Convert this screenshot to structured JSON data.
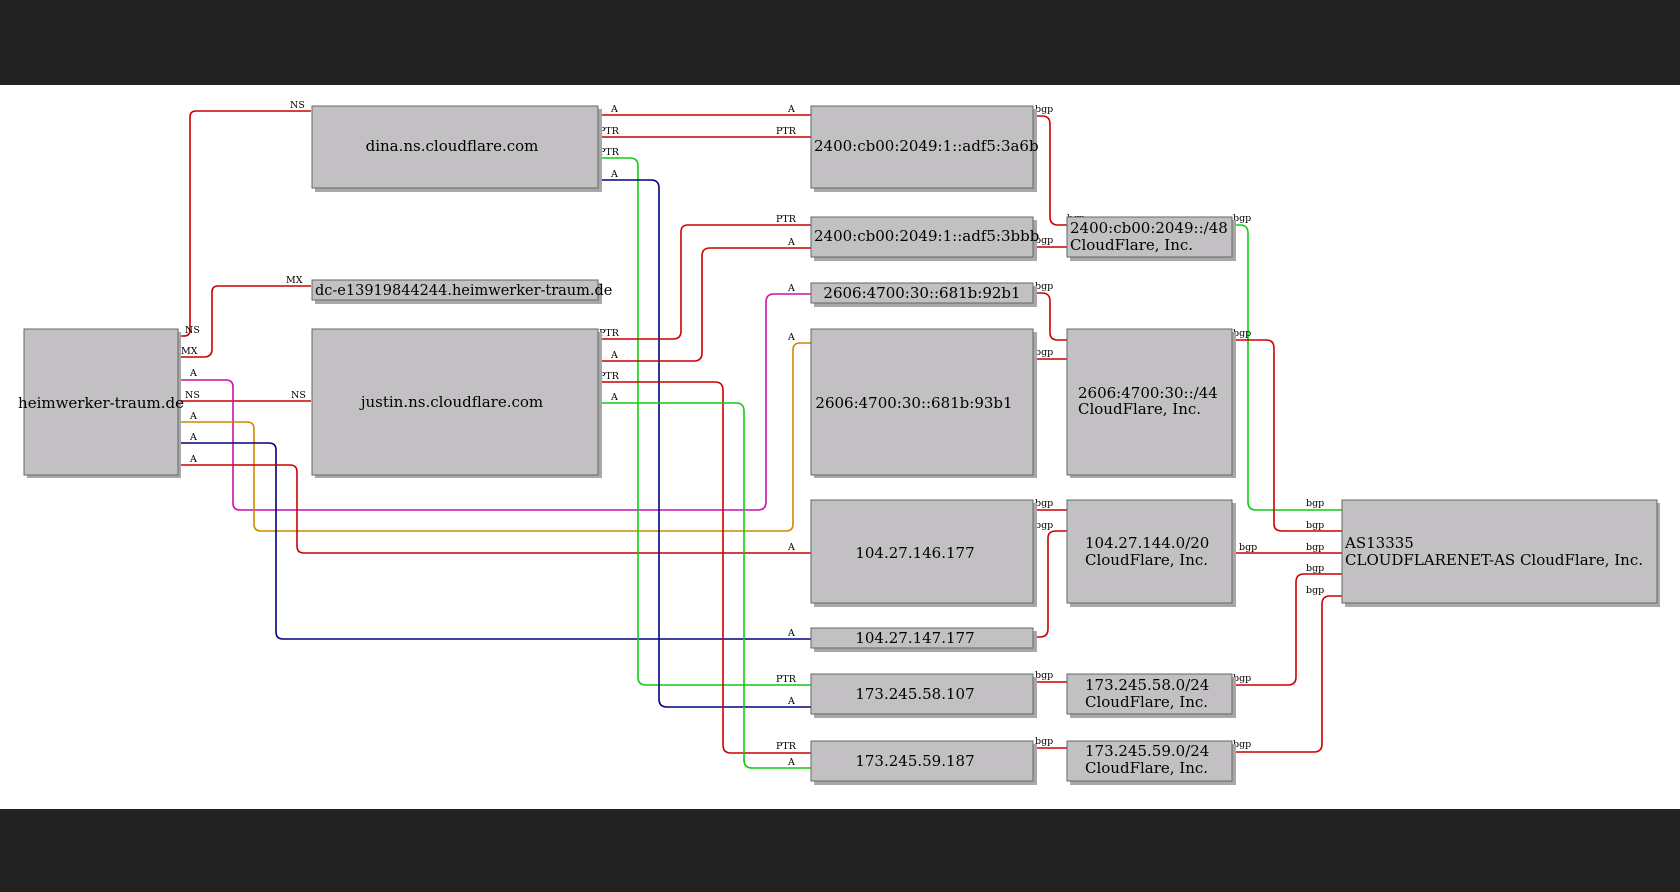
{
  "colors": {
    "red": "#cc0000",
    "green": "#11cc11",
    "navy": "#000080",
    "magenta": "#cc11aa",
    "orange": "#cc8800",
    "node_fill": "#c3c0c3",
    "background": "#ffffff",
    "frame": "#222222"
  },
  "nodes": {
    "domain": {
      "label": "heimwerker-traum.de"
    },
    "ns_dina": {
      "label": "dina.ns.cloudflare.com"
    },
    "mx": {
      "label": "dc-e13919844244.heimwerker-traum.de"
    },
    "ns_justin": {
      "label": "justin.ns.cloudflare.com"
    },
    "ip6_a6b": {
      "label": "2400:cb00:2049:1::adf5:3a6b"
    },
    "ip6_bbb": {
      "label": "2400:cb00:2049:1::adf5:3bbb"
    },
    "ip6_92b1": {
      "label": "2606:4700:30::681b:92b1"
    },
    "ip6_93b1": {
      "label": "2606:4700:30::681b:93b1"
    },
    "ip4_146": {
      "label": "104.27.146.177"
    },
    "ip4_147": {
      "label": "104.27.147.177"
    },
    "ip4_58": {
      "label": "173.245.58.107"
    },
    "ip4_59": {
      "label": "173.245.59.187"
    },
    "net_2400": {
      "lines": [
        "2400:cb00:2049::/48",
        "CloudFlare, Inc."
      ]
    },
    "net_2606": {
      "lines": [
        "2606:4700:30::/44",
        "CloudFlare, Inc."
      ]
    },
    "net_104": {
      "lines": [
        "104.27.144.0/20",
        "CloudFlare, Inc."
      ]
    },
    "net_58": {
      "lines": [
        "173.245.58.0/24",
        "CloudFlare, Inc."
      ]
    },
    "net_59": {
      "lines": [
        "173.245.59.0/24",
        "CloudFlare, Inc."
      ]
    },
    "asn": {
      "lines": [
        "AS13335",
        "CLOUDFLARENET-AS CloudFlare, Inc."
      ]
    }
  },
  "edge_labels": {
    "ns": "NS",
    "mx": "MX",
    "a": "A",
    "ptr": "PTR",
    "bgp": "bgp"
  }
}
